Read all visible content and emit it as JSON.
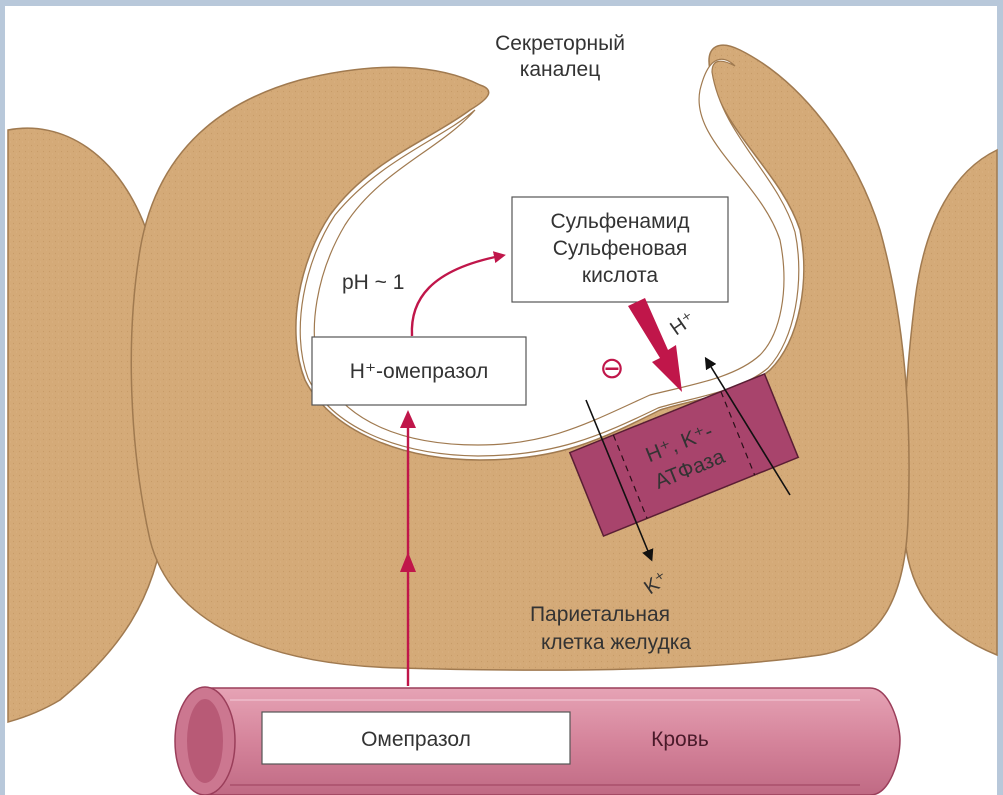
{
  "colors": {
    "background": "#ffffff",
    "cell_fill": "#d4aa78",
    "cell_stroke": "#a07a50",
    "lumen_fill": "#ffffff",
    "vessel_fill": "#d9869c",
    "vessel_dark": "#b24f6b",
    "arrow_color": "#c0164a",
    "enzyme_fill": "#a8446c",
    "frame_border": "#9ab0c8",
    "text": "#333333"
  },
  "labels": {
    "canal": [
      "Секреторный",
      "каналец"
    ],
    "ph": "pH ~ 1",
    "omeprazole_ionized": "H⁺-омепразол",
    "sulfenamide_lines": [
      "Сульфенамид",
      "Сульфеновая",
      "кислота"
    ],
    "inhibition_sign": "⊖",
    "proton": "H⁺",
    "potassium": "K⁺",
    "enzyme_lines": [
      "H⁺, K⁺-",
      "АТФаза"
    ],
    "cell": [
      "Париетальная",
      "клетка желудка"
    ],
    "omeprazole_blood": "Омепразол",
    "blood": "Кровь"
  }
}
